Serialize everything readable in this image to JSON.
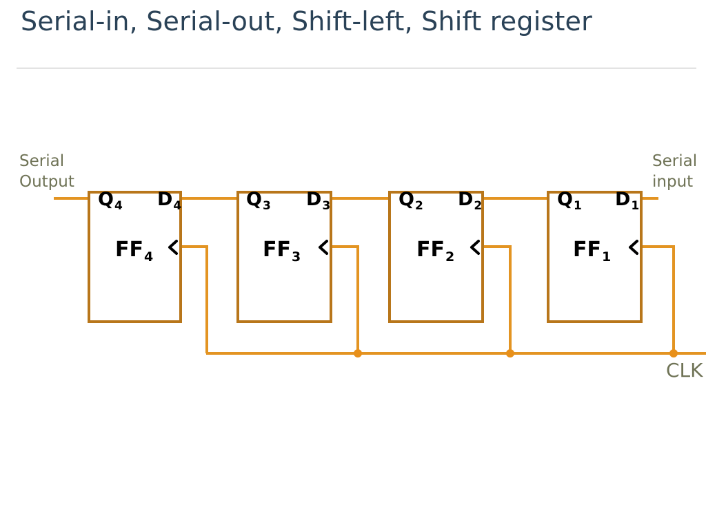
{
  "slide": {
    "title": "Serial-in, Serial-out, Shift-left, Shift register",
    "background_color": "#ffffff",
    "title_color": "#2a4257",
    "rule_color": "#e3e3e3"
  },
  "diagram": {
    "wire_color": "#e39422",
    "box_border_color": "#b8761a",
    "box_fill_color": "#ffffff",
    "junction_dot_color": "#e8901a",
    "pin_text_color": "#000000",
    "annotation_text_color": "#6f7356",
    "annotations": [
      {
        "id": "serial-output",
        "line1": "Serial",
        "line2": "Output"
      },
      {
        "id": "serial-input",
        "line1": "Serial",
        "line2": "input"
      },
      {
        "id": "clock",
        "text": "CLK"
      }
    ],
    "flipflops": [
      {
        "id": "ff4",
        "name": "FF",
        "index": "4",
        "q_pin": "Q",
        "q_index": "4",
        "d_pin": "D",
        "d_index": "4",
        "clock_marker": "<"
      },
      {
        "id": "ff3",
        "name": "FF",
        "index": "3",
        "q_pin": "Q",
        "q_index": "3",
        "d_pin": "D",
        "d_index": "3",
        "clock_marker": "<"
      },
      {
        "id": "ff2",
        "name": "FF",
        "index": "2",
        "q_pin": "Q",
        "q_index": "2",
        "d_pin": "D",
        "d_index": "2",
        "clock_marker": "<"
      },
      {
        "id": "ff1",
        "name": "FF",
        "index": "1",
        "q_pin": "Q",
        "q_index": "1",
        "d_pin": "D",
        "d_index": "1",
        "clock_marker": "<"
      }
    ]
  }
}
